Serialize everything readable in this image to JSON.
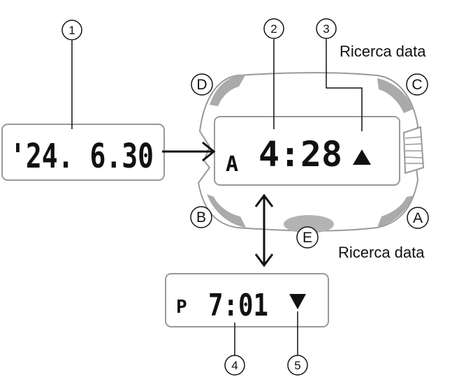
{
  "callouts": {
    "n1": "1",
    "n2": "2",
    "n3": "3",
    "n4": "4",
    "n5": "5"
  },
  "buttons": {
    "a": "A",
    "b": "B",
    "c": "C",
    "d": "D",
    "e": "E"
  },
  "labels": {
    "top_right": "Ricerca data",
    "bottom_right": "Ricerca data"
  },
  "displays": {
    "date": {
      "text": "'24. 6.30"
    },
    "main": {
      "prefix": "A",
      "time": "4:28"
    },
    "lower": {
      "prefix": "P",
      "time": "7:01"
    }
  },
  "colors": {
    "outline": "#999999",
    "bezel": "#aaaaaa",
    "ink": "#111111",
    "button_e": "#b3b3b3"
  }
}
